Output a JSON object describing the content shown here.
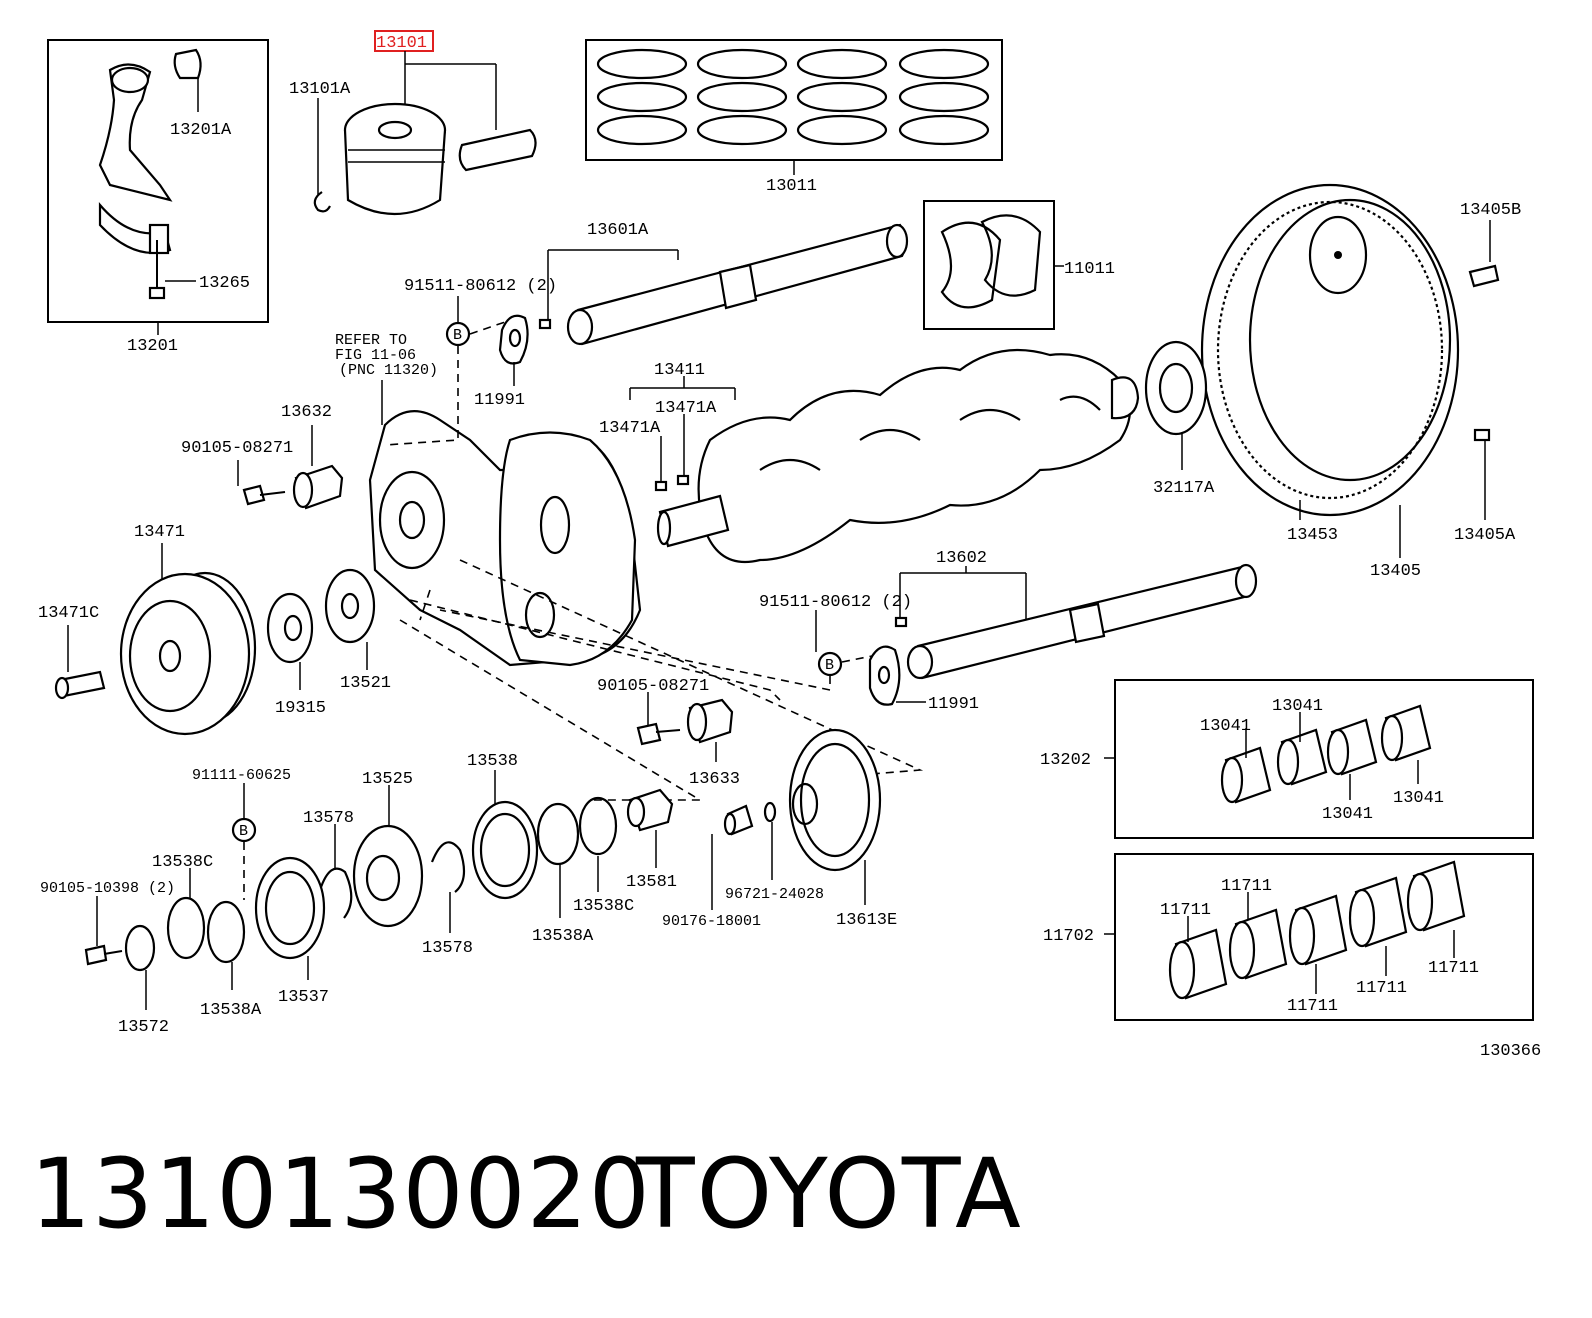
{
  "labels": {
    "p13101": "13101",
    "p13101A": "13101A",
    "p13201A": "13201A",
    "p13265": "13265",
    "p13201": "13201",
    "p13011": "13011",
    "p13601A": "13601A",
    "p11011": "11011",
    "p13405B": "13405B",
    "p91511_top": "91511-80612 (2)",
    "p11991_top": "11991",
    "refer1": "REFER TO",
    "refer2": "FIG 11-06",
    "refer3": "(PNC 11320)",
    "p13411": "13411",
    "p13471A_r": "13471A",
    "p13471A_l": "13471A",
    "p13632": "13632",
    "p90105_08271_top": "90105-08271",
    "p32117A": "32117A",
    "p13471": "13471",
    "p13453": "13453",
    "p13405A": "13405A",
    "p13405": "13405",
    "p13602": "13602",
    "p13471C": "13471C",
    "p19315": "19315",
    "p13521": "13521",
    "p91511_bot": "91511-80612 (2)",
    "p11991_bot": "11991",
    "p90105_08271_bot": "90105-08271",
    "p13633": "13633",
    "p13202": "13202",
    "p13041_a": "13041",
    "p13041_b": "13041",
    "p13041_c": "13041",
    "p13041_d": "13041",
    "p91111": "91111-60625",
    "p13525": "13525",
    "p13538": "13538",
    "p13578_top": "13578",
    "p13538C_l": "13538C",
    "p90105_10398": "90105-10398 (2)",
    "p13581": "13581",
    "p13538C_r": "13538C",
    "p96721": "96721-24028",
    "p13613E": "13613E",
    "p90176": "90176-18001",
    "p13578_bot": "13578",
    "p13538A_r": "13538A",
    "p13537": "13537",
    "p13538A_l": "13538A",
    "p13572": "13572",
    "p11702": "11702",
    "p11711_a": "11711",
    "p11711_b": "11711",
    "p11711_c": "11711",
    "p11711_d": "11711",
    "p11711_e": "11711",
    "fig_no": "130366",
    "marker_b": "B"
  },
  "caption": {
    "part_number": "1310130020",
    "brand": "TOYOTA"
  },
  "highlight_color": "#e02020"
}
